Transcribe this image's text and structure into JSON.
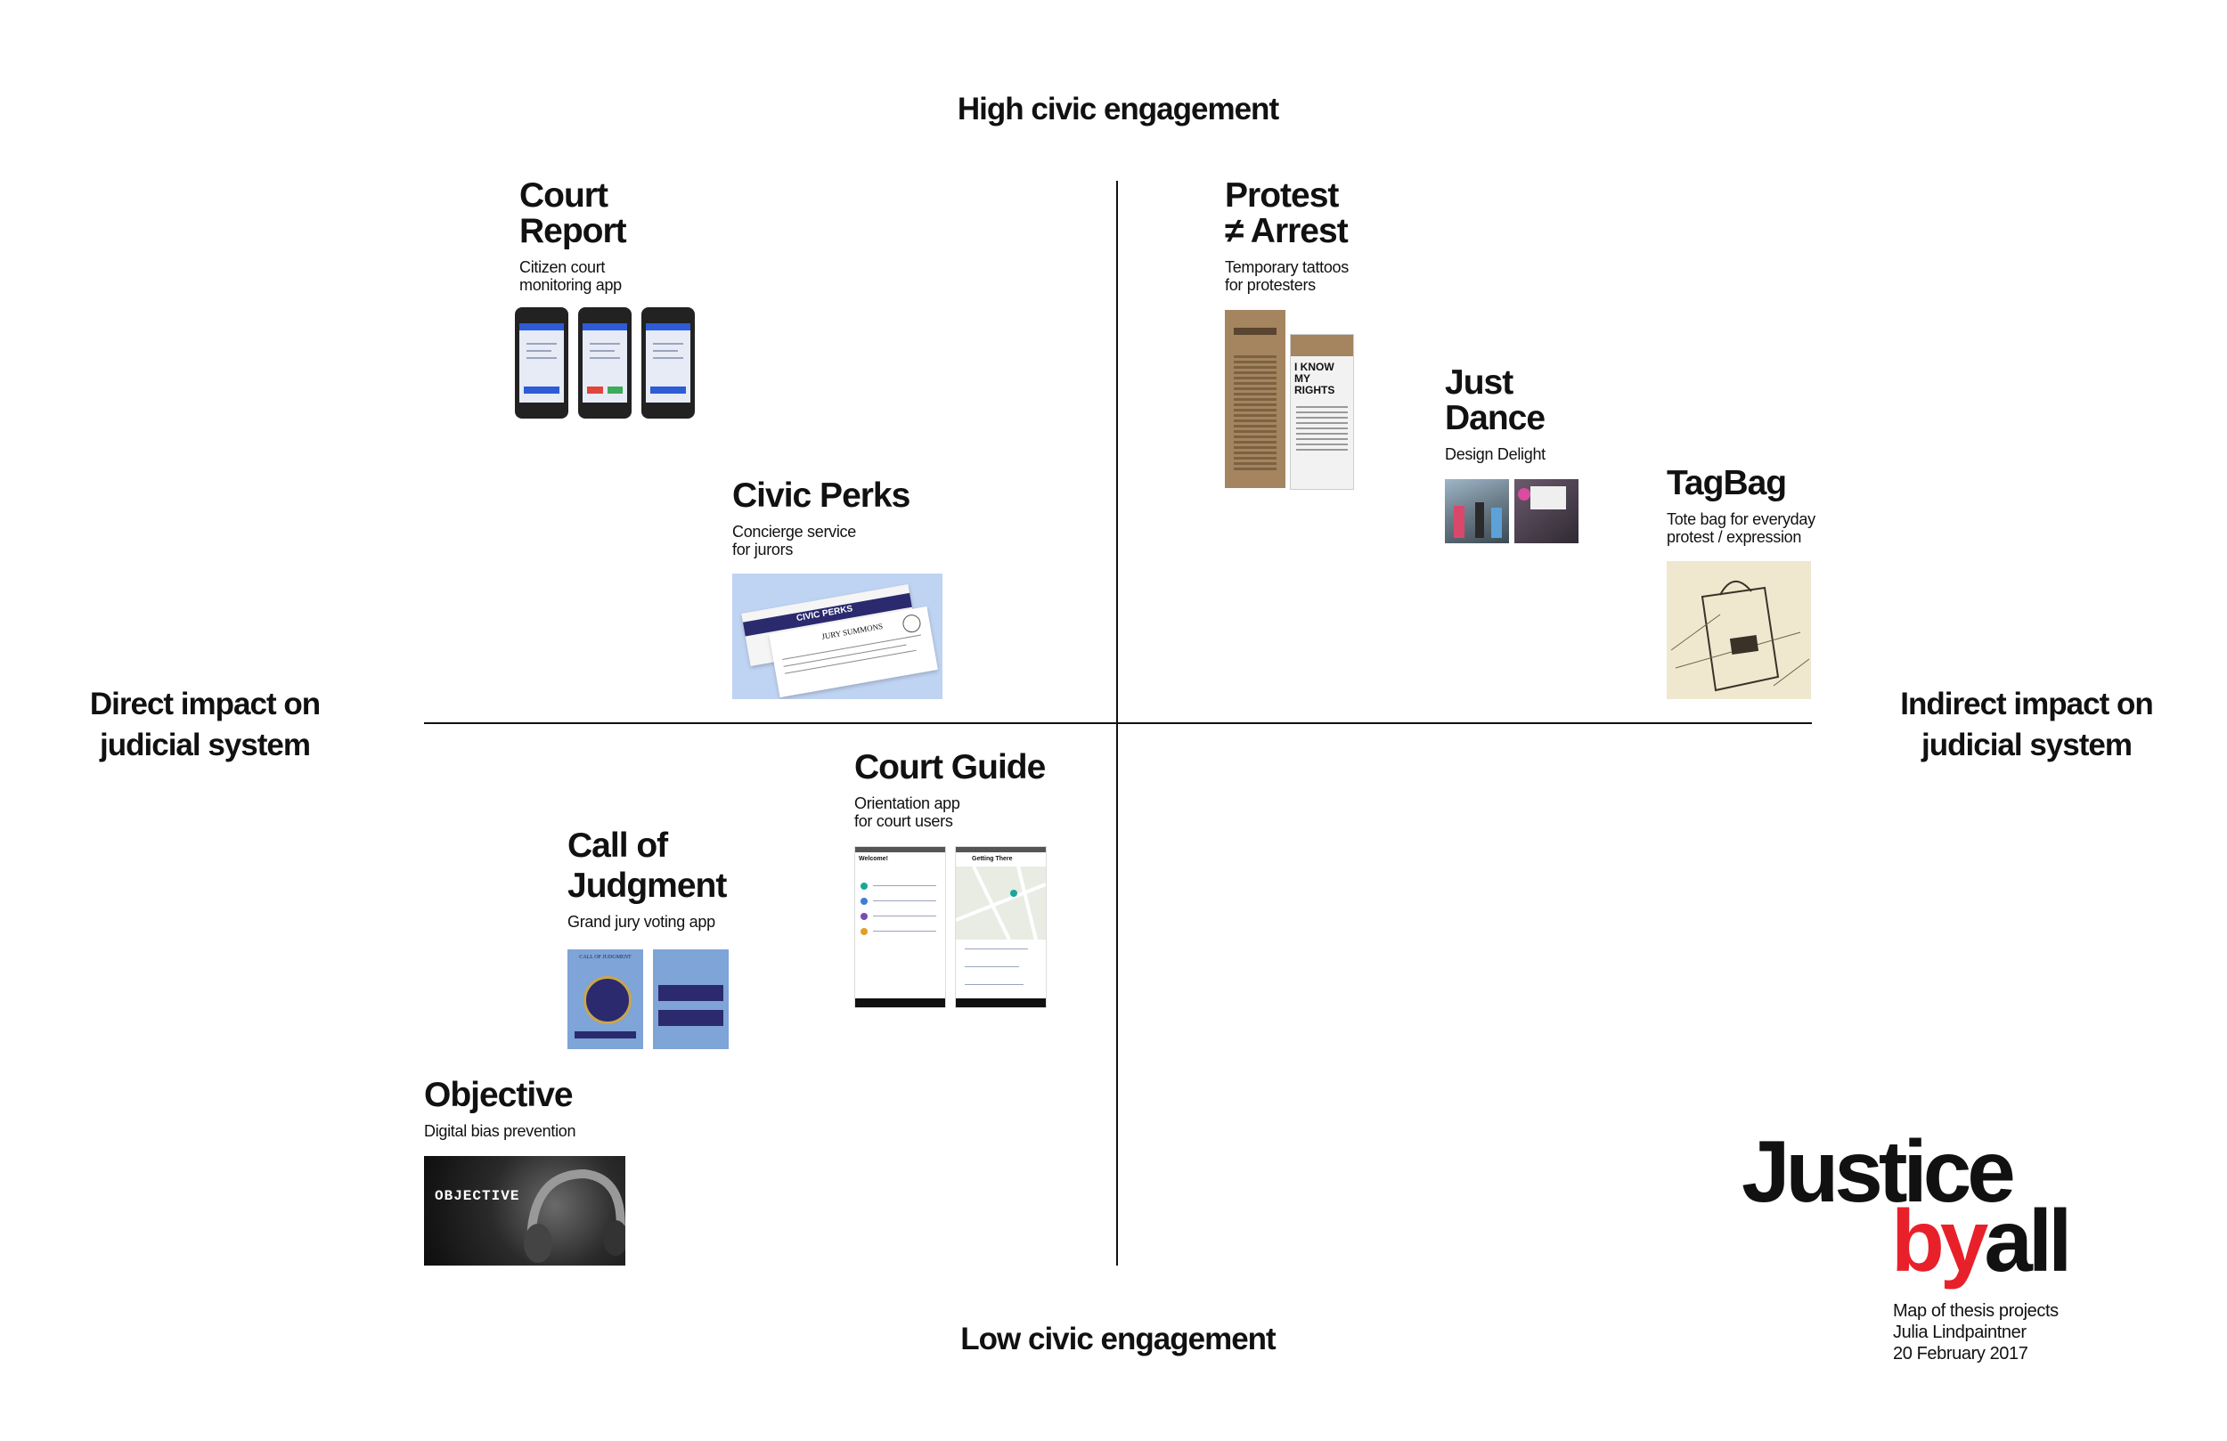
{
  "axes": {
    "top": "High civic engagement",
    "bottom": "Low civic engagement",
    "left_line1": "Direct impact on",
    "left_line2": "judicial system",
    "right_line1": "Indirect impact on",
    "right_line2": "judicial system"
  },
  "projects": {
    "court_report": {
      "title_line1": "Court",
      "title_line2": "Report",
      "desc_line1": "Citizen court",
      "desc_line2": "monitoring app"
    },
    "protest_arrest": {
      "title_line1": "Protest",
      "title_line2": "≠ Arrest",
      "desc_line1": "Temporary tattoos",
      "desc_line2": "for protesters",
      "card_text": "I KNOW MY RIGHTS"
    },
    "just_dance": {
      "title_line1": "Just",
      "title_line2": "Dance",
      "desc_line1": "Design Delight"
    },
    "tagbag": {
      "title_line1": "TagBag",
      "desc_line1": "Tote bag for everyday",
      "desc_line2": "protest / expression"
    },
    "civic_perks": {
      "title_line1": "Civic Perks",
      "desc_line1": "Concierge service",
      "desc_line2": "for jurors",
      "envelope_text": "CIVIC PERKS",
      "card_text": "JURY SUMMONS"
    },
    "court_guide": {
      "title_line1": "Court Guide",
      "desc_line1": "Orientation app",
      "desc_line2": "for court users",
      "screen1_title": "Welcome!",
      "screen2_title": "Getting There"
    },
    "call_of_judgment": {
      "title_line1": "Call of",
      "title_line2": "Judgment",
      "desc_line1": "Grand jury voting app",
      "screen_text": "CALL OF JUDGMENT"
    },
    "objective": {
      "title_line1": "Objective",
      "desc_line1": "Digital bias prevention",
      "image_text": "OBJECTIVE"
    }
  },
  "logo": {
    "word1": "Justice",
    "word2": "by",
    "word3": "all",
    "sub1": "Map of thesis projects",
    "sub2": "Julia Lindpaintner",
    "sub3": "20 February 2017",
    "accent_color": "#e8202a"
  },
  "colors": {
    "ink": "#111111",
    "app_blue": "#2e5bd6",
    "card_blue": "#bfd3f2",
    "kraft": "#a4855f",
    "navy": "#2b2a6e"
  }
}
